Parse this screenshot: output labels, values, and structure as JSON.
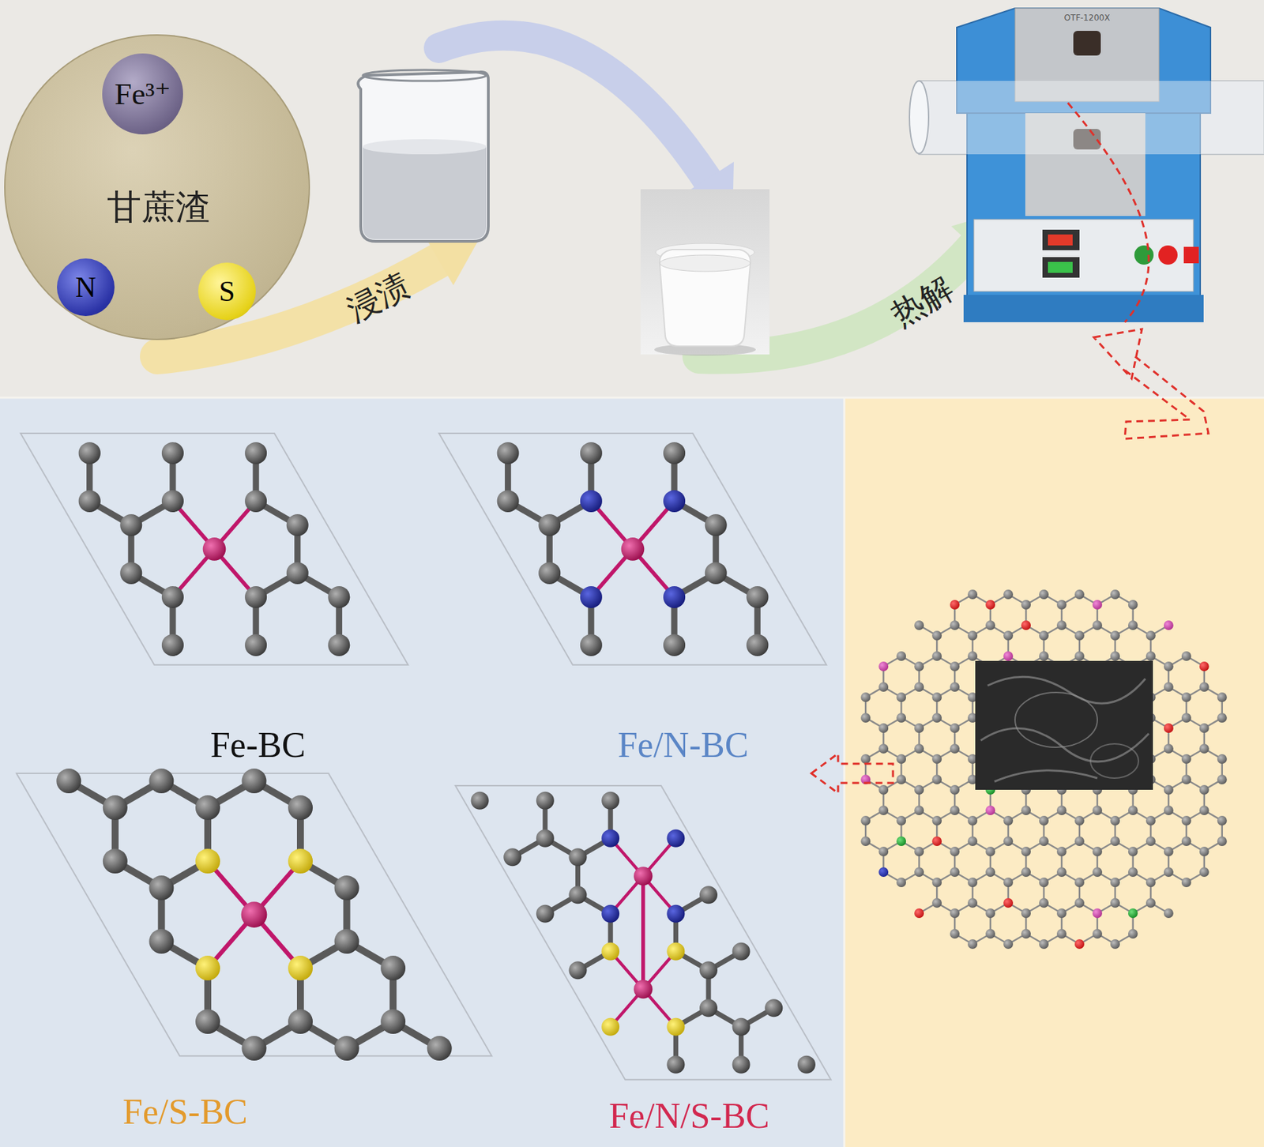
{
  "diagram": {
    "nodes": [
      {
        "text": [
          "甘蔗渣"
        ]
      },
      {
        "text": [
          "Fe³⁺"
        ],
        "in": 0
      },
      {
        "text": [
          "N"
        ],
        "in": 0
      },
      {
        "text": [
          "S"
        ],
        "in": 0
      }
    ],
    "labels": [
      "浸渍",
      "热解",
      "Fe-BC",
      "Fe/N-BC",
      "Fe/S-BC",
      "Fe/N/S-BC",
      "OTF-1200X"
    ]
  }
}
